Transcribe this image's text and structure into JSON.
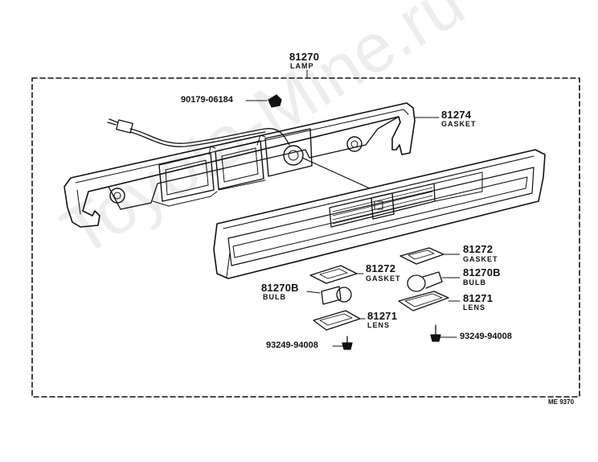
{
  "watermark": "Toyota-Mine.ru",
  "ref_code": "ME 9370",
  "parts": {
    "lamp": {
      "number": "81270",
      "name": "LAMP"
    },
    "screw_top": {
      "number": "90179-06184"
    },
    "gasket_main": {
      "number": "81274",
      "name": "GASKET"
    },
    "gasket_right": {
      "number": "81272",
      "name": "GASKET"
    },
    "bulb_right": {
      "number": "81270B",
      "name": "BULB"
    },
    "lens_right": {
      "number": "81271",
      "name": "LENS"
    },
    "screw_right": {
      "number": "93249-94008"
    },
    "gasket_left": {
      "number": "81272",
      "name": "GASKET"
    },
    "bulb_left": {
      "number": "81270B",
      "name": "BULB"
    },
    "lens_left": {
      "number": "81271",
      "name": "LENS"
    },
    "screw_left": {
      "number": "93249-94008"
    }
  }
}
